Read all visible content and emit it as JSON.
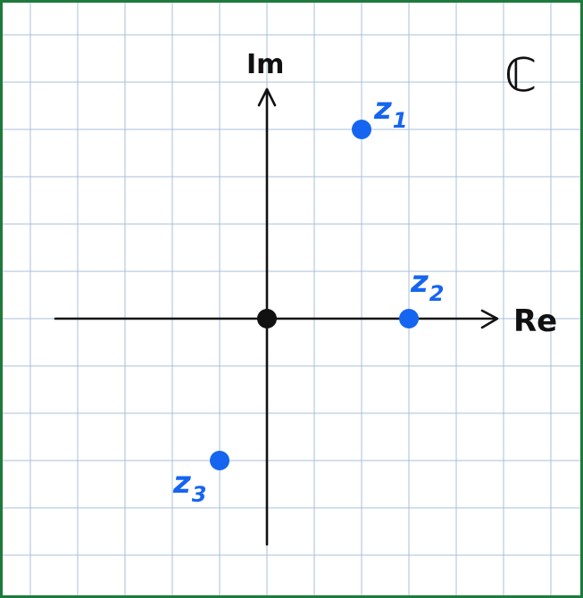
{
  "title": "ℂ",
  "axes": {
    "re_label": "Re",
    "im_label": "Im"
  },
  "points": [
    {
      "label": "z",
      "sub": "1",
      "re": 2,
      "im": 4
    },
    {
      "label": "z",
      "sub": "2",
      "re": 3,
      "im": 0
    },
    {
      "label": "z",
      "sub": "3",
      "re": -1,
      "im": -3
    }
  ],
  "origin": {
    "re": 0,
    "im": 0
  },
  "colors": {
    "frame": "#1e7a3c",
    "grid": "#a9bfd8",
    "axis": "#111111",
    "point": "#1565f0",
    "origin": "#111111",
    "ink": "#111111"
  }
}
